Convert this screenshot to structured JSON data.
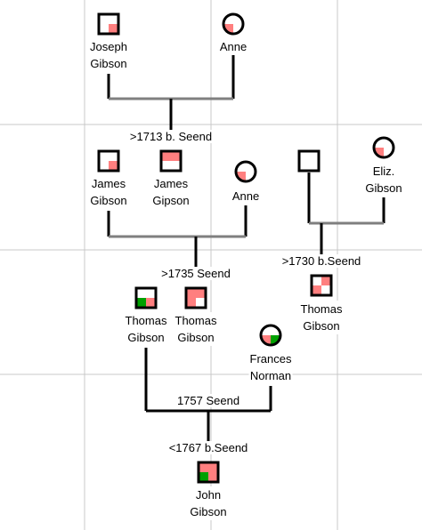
{
  "colors": {
    "line": "#000000",
    "couple_bar": "#7f7f7f",
    "grid": "#c8c8c8",
    "fill_pink": "#ff7f7f",
    "fill_green": "#00a000"
  },
  "people": [
    {
      "id": "joseph",
      "sex": "male",
      "name": [
        "Joseph",
        "Gibson"
      ],
      "quadrants": {
        "br": "pink"
      }
    },
    {
      "id": "anne1",
      "sex": "female",
      "name": [
        "Anne"
      ],
      "quadrants": {
        "bl": "pink"
      }
    },
    {
      "id": "james1",
      "sex": "male",
      "name": [
        "James",
        "Gibson"
      ],
      "quadrants": {
        "br": "pink"
      }
    },
    {
      "id": "james2",
      "sex": "male",
      "name": [
        "James",
        "Gipson"
      ],
      "quadrants": {
        "tl": "pink",
        "tr": "pink"
      }
    },
    {
      "id": "anne2",
      "sex": "female",
      "name": [
        "Anne"
      ],
      "quadrants": {
        "bl": "pink"
      }
    },
    {
      "id": "unknown_father",
      "sex": "male",
      "name": [],
      "quadrants": {}
    },
    {
      "id": "eliz",
      "sex": "female",
      "name": [
        "Eliz.",
        "Gibson"
      ],
      "quadrants": {
        "bl": "pink"
      }
    },
    {
      "id": "thomas1",
      "sex": "male",
      "name": [
        "Thomas",
        "Gibson"
      ],
      "quadrants": {
        "bl": "green",
        "br": "pink"
      }
    },
    {
      "id": "thomas2",
      "sex": "male",
      "name": [
        "Thomas",
        "Gibson"
      ],
      "quadrants": {
        "tl": "pink",
        "tr": "pink",
        "bl": "pink"
      }
    },
    {
      "id": "thomas3",
      "sex": "male",
      "name": [
        "Thomas",
        "Gibson"
      ],
      "quadrants": {
        "tr": "pink",
        "bl": "pink"
      }
    },
    {
      "id": "frances",
      "sex": "female",
      "name": [
        "Frances",
        "Norman"
      ],
      "quadrants": {
        "bl": "pink",
        "br": "green"
      }
    },
    {
      "id": "john",
      "sex": "male",
      "name": [
        "John",
        "Gibson"
      ],
      "quadrants": {
        "tl": "pink",
        "tr": "pink",
        "bl": "green",
        "br": "pink"
      }
    }
  ],
  "baptisms": {
    "james2": ">1713 b. Seend",
    "thomas2": ">1735 Seend",
    "thomas3": ">1730 b.Seend",
    "john": "<1767 b.Seend"
  },
  "marriages": [
    {
      "id": "m1757",
      "text": "1757 Seend"
    }
  ]
}
